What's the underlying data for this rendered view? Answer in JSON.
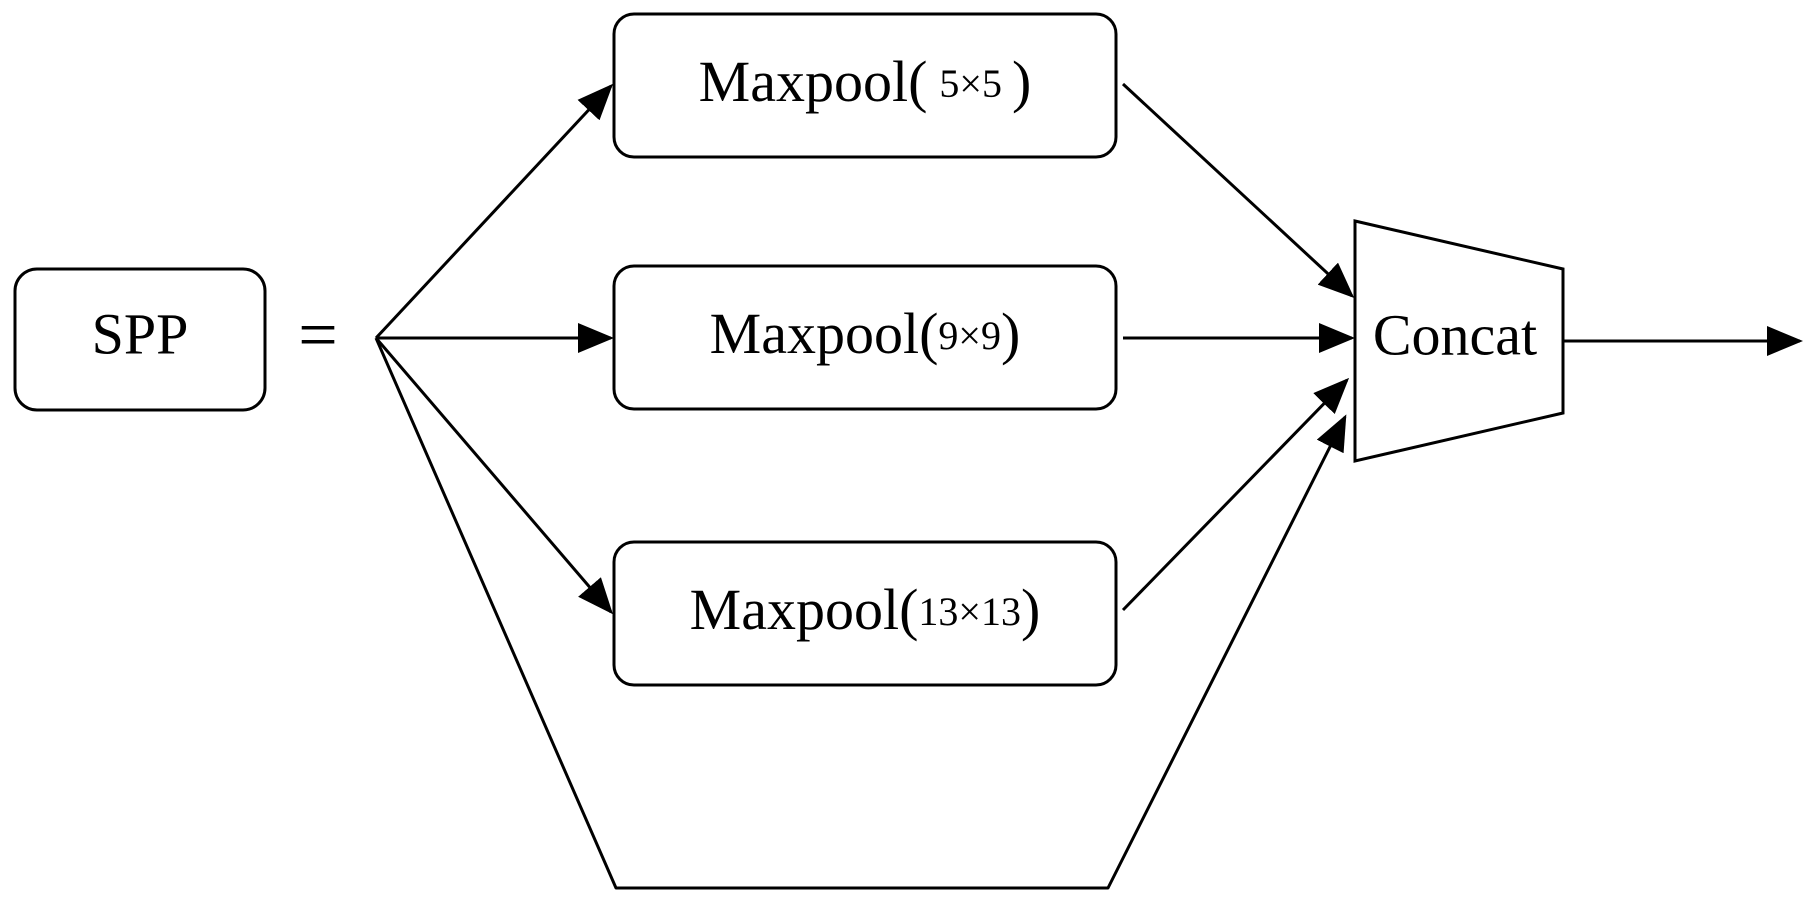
{
  "diagram": {
    "spp_label": "SPP",
    "equals_sign": "=",
    "concat_label": "Concat",
    "pools": [
      {
        "name": "Maxpool(",
        "size": "5×5",
        "close": ")"
      },
      {
        "name": "Maxpool(",
        "size": "9×9",
        "close": ")"
      },
      {
        "name": "Maxpool(",
        "size": "13×13",
        "close": ")"
      }
    ]
  }
}
